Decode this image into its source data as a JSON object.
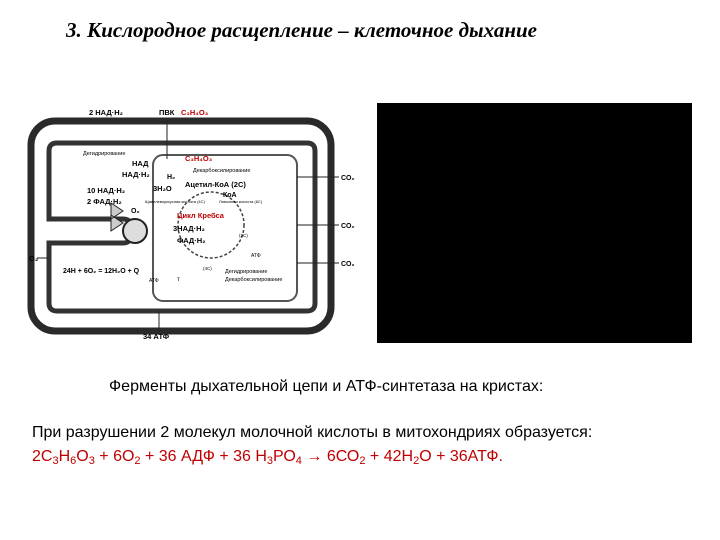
{
  "slide": {
    "title": "3. Кислородное расщепление – клеточное дыхание",
    "caption": "Ферменты дыхательной цепи и АТФ-синтетаза на кристах:",
    "paragraph": "При разрушении 2 молекул молочной кислоты в митохондриях образуется:",
    "equation": {
      "p1": "2С",
      "s1": "3",
      "p2": "Н",
      "s2": "6",
      "p3": "О",
      "s3": "3",
      "p4": " + 6О",
      "s4": "2",
      "p5": " + 36 АДФ + 36 Н",
      "s5": "3",
      "p6": "РО",
      "s6": "4",
      "arrow": " → ",
      "p7": "6СО",
      "s7": "2",
      "p8": " + 42Н",
      "s8": "2",
      "p9": "О + 36АТФ."
    },
    "colors": {
      "equation": "#c00000",
      "black_panel": "#000000"
    }
  },
  "diagram": {
    "top_nad": "2 НАД·Н₂",
    "top_pvk": "ПВК",
    "top_pvk_formula": "С₃Н₄О₃",
    "dehydro": "Дегидрирование",
    "nad": "НАД",
    "nad_h2": "НАД·Н₂",
    "h2": "Н₂",
    "c3h4o3": "С₃Н₄О₃",
    "decarb": "Декарбоксилирование",
    "h2o3": "3Н₂О",
    "acetyl": "Ацетил-КоА (2С)",
    "koa": "КоА",
    "nad10": "10 НАД·Н₂",
    "fad2": "2 ФАД·Н₂",
    "small1": "Щавелевоуксусная кислота (4С)",
    "small2": "Лимонная кислота (6С)",
    "o2_inner": "О₂",
    "krebs": "Цикл Кребса",
    "nad3": "3НАД·Н₂",
    "fad": "ФАД·Н₂",
    "two_c": "(2С)",
    "atf": "АТФ",
    "four_c": "(4С)",
    "dehydro2": "Дегидрирование",
    "decarb2": "Декарбоксилирование",
    "o2_left": "О₂",
    "reaction": "24Н + 6О₂ = 12Н₂О + Q",
    "atf_small": "АТФ",
    "t": "т",
    "atf34": "34 АТФ",
    "co2": "CO₂"
  }
}
